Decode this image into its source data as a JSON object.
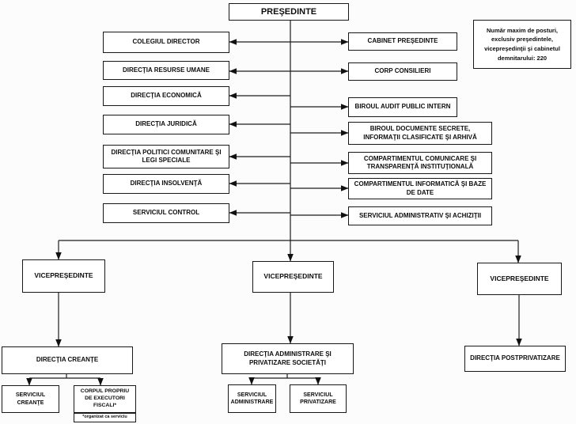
{
  "org": {
    "president": "PREŞEDINTE",
    "note": "Număr maxim de posturi, exclusiv preşedintele, vicepreşedinţii şi cabinetul demnitarului: 220",
    "left_units": [
      "COLEGIUL DIRECTOR",
      "DIRECŢIA RESURSE UMANE",
      "DIRECŢIA ECONOMICĂ",
      "DIRECŢIA JURIDICĂ",
      "DIRECŢIA POLITICI COMUNITARE ŞI LEGI SPECIALE",
      "DIRECŢIA INSOLVENŢĂ",
      "SERVICIUL CONTROL"
    ],
    "right_units": [
      "CABINET PREŞEDINTE",
      "CORP CONSILIERI",
      "BIROUL AUDIT PUBLIC INTERN",
      "BIROUL DOCUMENTE SECRETE, INFORMAŢII CLASIFICATE ŞI ARHIVĂ",
      "COMPARTIMENTUL COMUNICARE ŞI TRANSPARENŢĂ INSTITUŢIONALĂ",
      "COMPARTIMENTUL INFORMATICĂ ŞI BAZE DE DATE",
      "SERVICIUL ADMINISTRATIV ŞI ACHIZIŢII"
    ],
    "vicepresidents": [
      "VICEPREŞEDINTE",
      "VICEPREŞEDINTE",
      "VICEPREŞEDINTE"
    ],
    "branches": {
      "left": {
        "direction": "DIRECŢIA CREANŢE",
        "children": [
          "SERVICIUL CREANŢE",
          "CORPUL PROPRIU DE EXECUTORI FISCALI*"
        ],
        "footnote": "*organizat ca serviciu"
      },
      "middle": {
        "direction": "DIRECŢIA ADMINISTRARE ŞI PRIVATIZARE SOCIETĂŢI",
        "children": [
          "SERVICIUL ADMINISTRARE",
          "SERVICIUL PRIVATIZARE"
        ]
      },
      "right": {
        "direction": "DIRECŢIA POSTPRIVATIZARE",
        "children": []
      }
    },
    "colors": {
      "line": "#1c1c1c",
      "box_border": "#181818",
      "box_bg": "#ffffff",
      "text": "#0d0d0d"
    }
  }
}
